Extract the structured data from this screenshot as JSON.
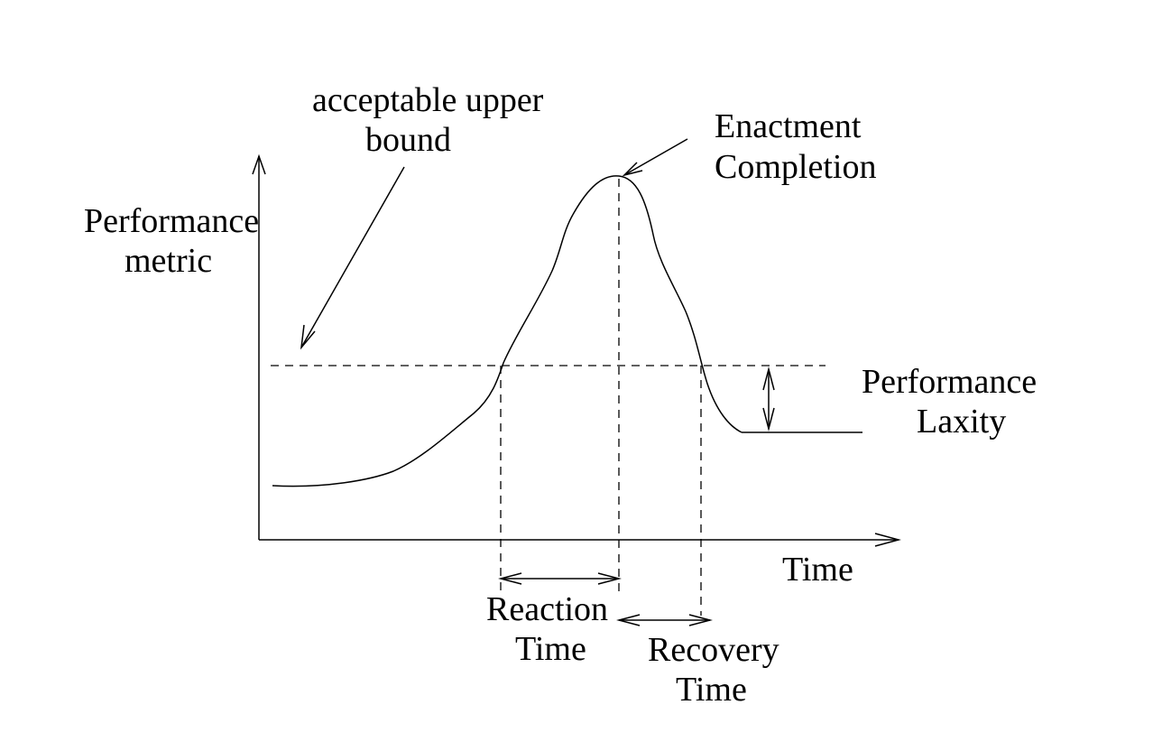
{
  "labels": {
    "upper_bound_line1": "acceptable upper",
    "upper_bound_line2": "bound",
    "enactment_line1": "Enactment",
    "enactment_line2": "Completion",
    "y_axis_line1": "Performance",
    "y_axis_line2": "metric",
    "laxity_line1": "Performance",
    "laxity_line2": "Laxity",
    "x_axis": "Time",
    "reaction_line1": "Reaction",
    "reaction_line2": "Time",
    "recovery_line1": "Recovery",
    "recovery_line2": "Time"
  }
}
